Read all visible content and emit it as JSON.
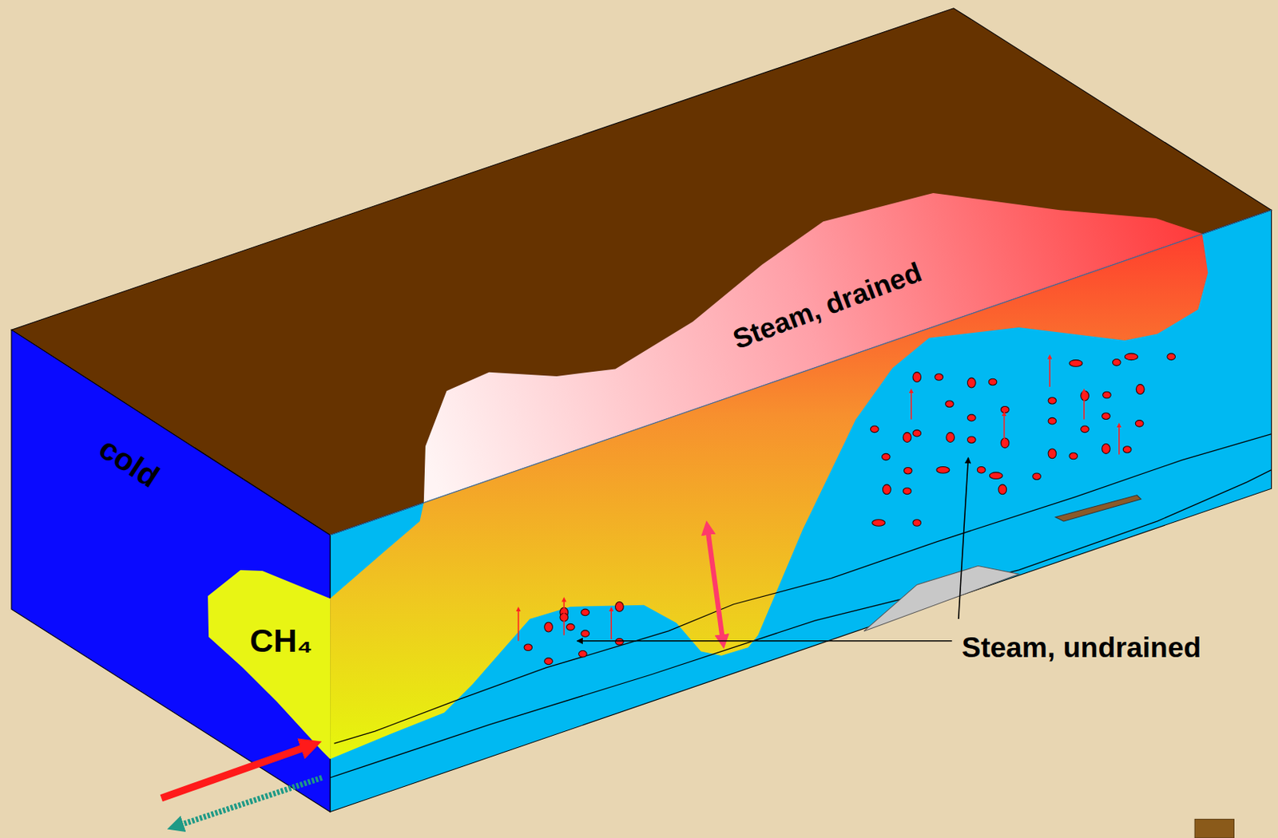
{
  "diagram": {
    "labels": [
      "cold",
      "CH₄",
      "Steam, drained",
      "Steam, undrained"
    ]
  }
}
